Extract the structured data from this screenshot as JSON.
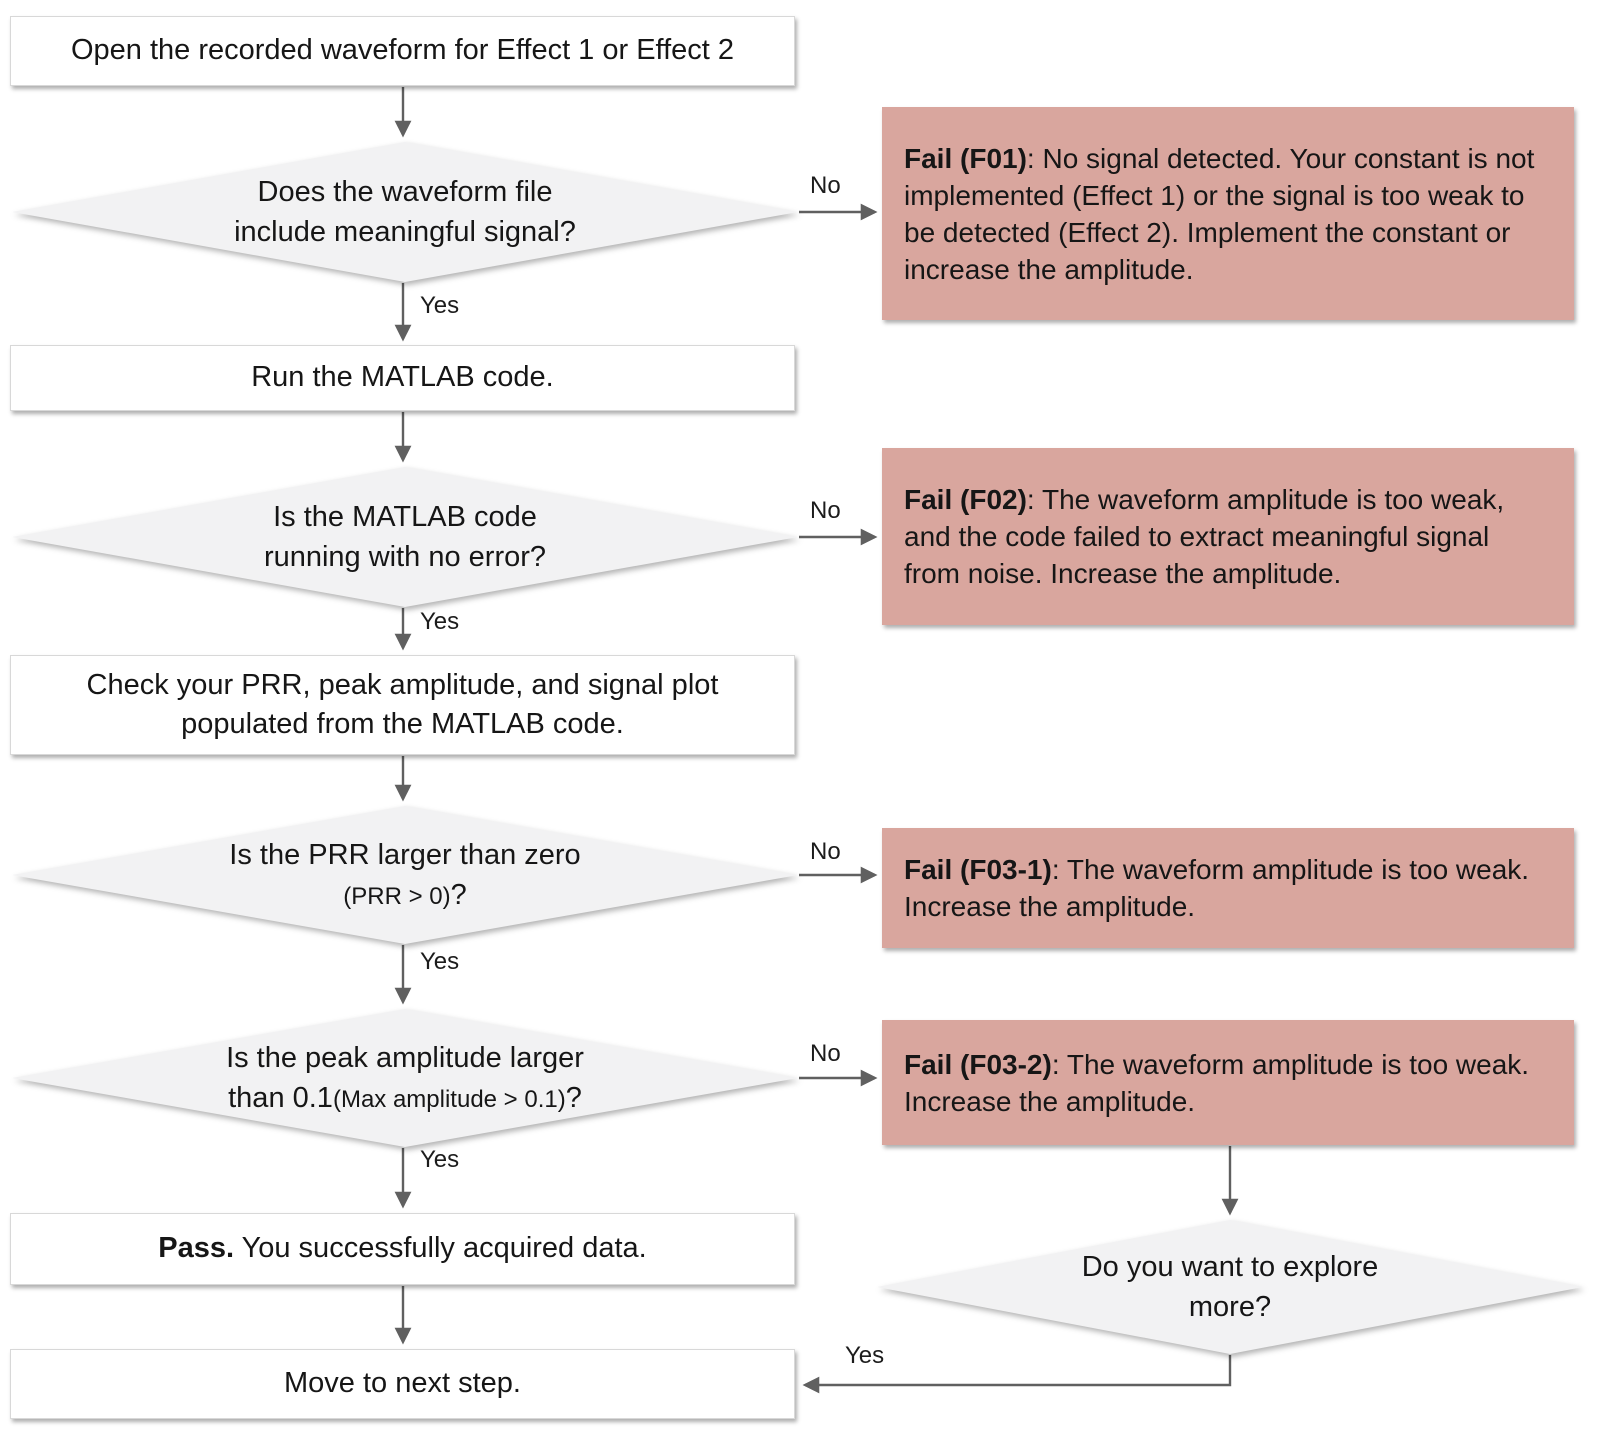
{
  "flowchart": {
    "nodes": {
      "start": {
        "text": "Open the recorded waveform for Effect 1 or Effect 2"
      },
      "d_signal": {
        "line1": "Does the waveform file",
        "line2": "include meaningful signal?"
      },
      "run": {
        "text": "Run the MATLAB code."
      },
      "d_error": {
        "line1": "Is the MATLAB code",
        "line2": "running with no error?"
      },
      "check": {
        "line1": "Check your PRR, peak amplitude, and signal plot",
        "line2": "populated from the MATLAB code."
      },
      "d_prr": {
        "line1": "Is the PRR  larger than zero",
        "line2_small": "(PRR > 0)",
        "line2_post": "?"
      },
      "d_amp": {
        "line1": "Is the peak amplitude larger",
        "line2_pre": "than 0.1",
        "line2_small": "(Max amplitude > 0.1)",
        "line2_post": "?"
      },
      "pass": {
        "bold": "Pass.",
        "text": " You successfully acquired data."
      },
      "d_explore": {
        "line1": "Do you want to explore",
        "line2": "more?"
      },
      "move": {
        "text": "Move to next step."
      }
    },
    "fail_boxes": {
      "f01": {
        "label": "Fail (F01)",
        "text": ": No signal detected. Your constant is not implemented (Effect 1) or the signal is too weak to be detected (Effect 2). Implement the constant or increase the amplitude."
      },
      "f02": {
        "label": "Fail (F02)",
        "text": ": The waveform amplitude is too weak, and the code failed to extract meaningful signal from noise. Increase the amplitude."
      },
      "f03_1": {
        "label": "Fail (F03-1)",
        "text": ": The waveform amplitude is too weak. Increase the amplitude."
      },
      "f03_2": {
        "label": "Fail (F03-2)",
        "text": ": The waveform amplitude is too weak. Increase the amplitude."
      }
    },
    "edge_labels": {
      "no1": "No",
      "yes1": "Yes",
      "no2": "No",
      "yes2": "Yes",
      "no3": "No",
      "yes3": "Yes",
      "no4": "No",
      "yes4": "Yes",
      "yes_explore": "Yes"
    },
    "colors": {
      "fail_bg": "#d9a69e",
      "diamond_bg": "#f2f2f3",
      "box_bg": "#ffffff",
      "arrow": "#606060",
      "text": "#161616"
    }
  }
}
